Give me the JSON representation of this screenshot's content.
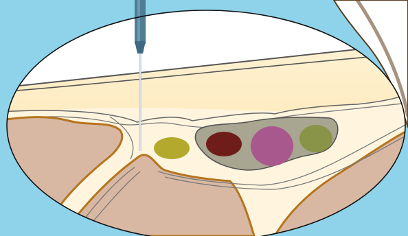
{
  "figure": {
    "background_color": "#8fd3ea",
    "structures": [
      {
        "id": "skin-surface",
        "color": "#fde9b8"
      },
      {
        "id": "fascia-layer",
        "color": "#fff3d9"
      },
      {
        "id": "muscle-left",
        "color": "#d9b8a3",
        "border_color": "#b5741e"
      },
      {
        "id": "muscle-bottom",
        "color": "#d9b8a3",
        "border_color": "#b5741e"
      },
      {
        "id": "nerve-target",
        "color": "#b3a92c"
      },
      {
        "id": "sheath",
        "color": "#a8a690"
      },
      {
        "id": "vessel-dark-red",
        "color": "#6e1d1a"
      },
      {
        "id": "vessel-magenta",
        "color": "#a9588e"
      },
      {
        "id": "vessel-olive",
        "color": "#8a9448"
      }
    ],
    "tool": {
      "id": "needle",
      "hub_color": "#4f7d96",
      "shaft_color": "#e3ecef"
    },
    "icons": [
      "needle-icon"
    ]
  }
}
